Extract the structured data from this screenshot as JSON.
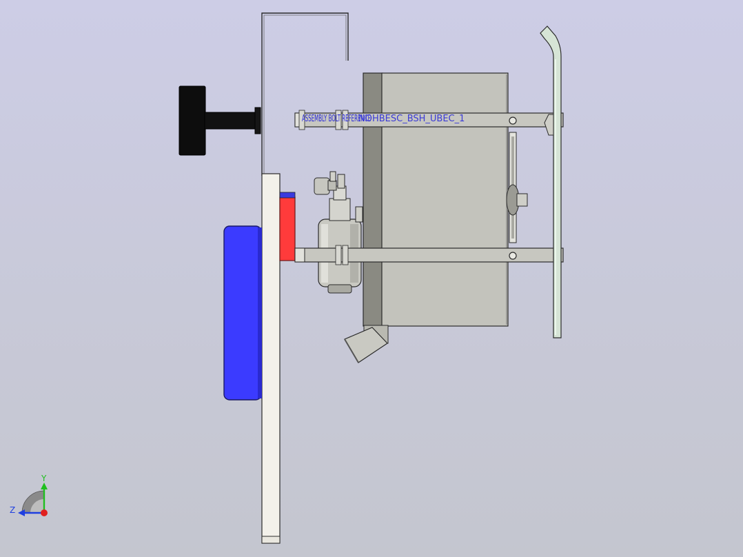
{
  "viewport": {
    "background_top": "#cdcde6",
    "background_bottom": "#c4c6cf"
  },
  "annotation": {
    "reference_label": "NOHBESC_BSH_UBEC_1",
    "overlap_label": "ASSEMBLY BOLT REFERENCE",
    "color": "#2b2bd9"
  },
  "colors": {
    "outline": "#2a2a2a",
    "panel_fill": "#f3f1ea",
    "knob_fill": "#0d0d0d",
    "blue_part": "#3b3bff",
    "red_part": "#ff3b3b",
    "metal_light": "#dcdcd6",
    "metal_mid": "#b9b9b1",
    "metal_dark": "#8a8a82",
    "tube_fill": "#d6e4d6"
  },
  "triad": {
    "y_label": "Y",
    "z_label": "Z",
    "y_color": "#1fbf1f",
    "z_color": "#1f3fe0",
    "x_color": "#e0201f"
  }
}
